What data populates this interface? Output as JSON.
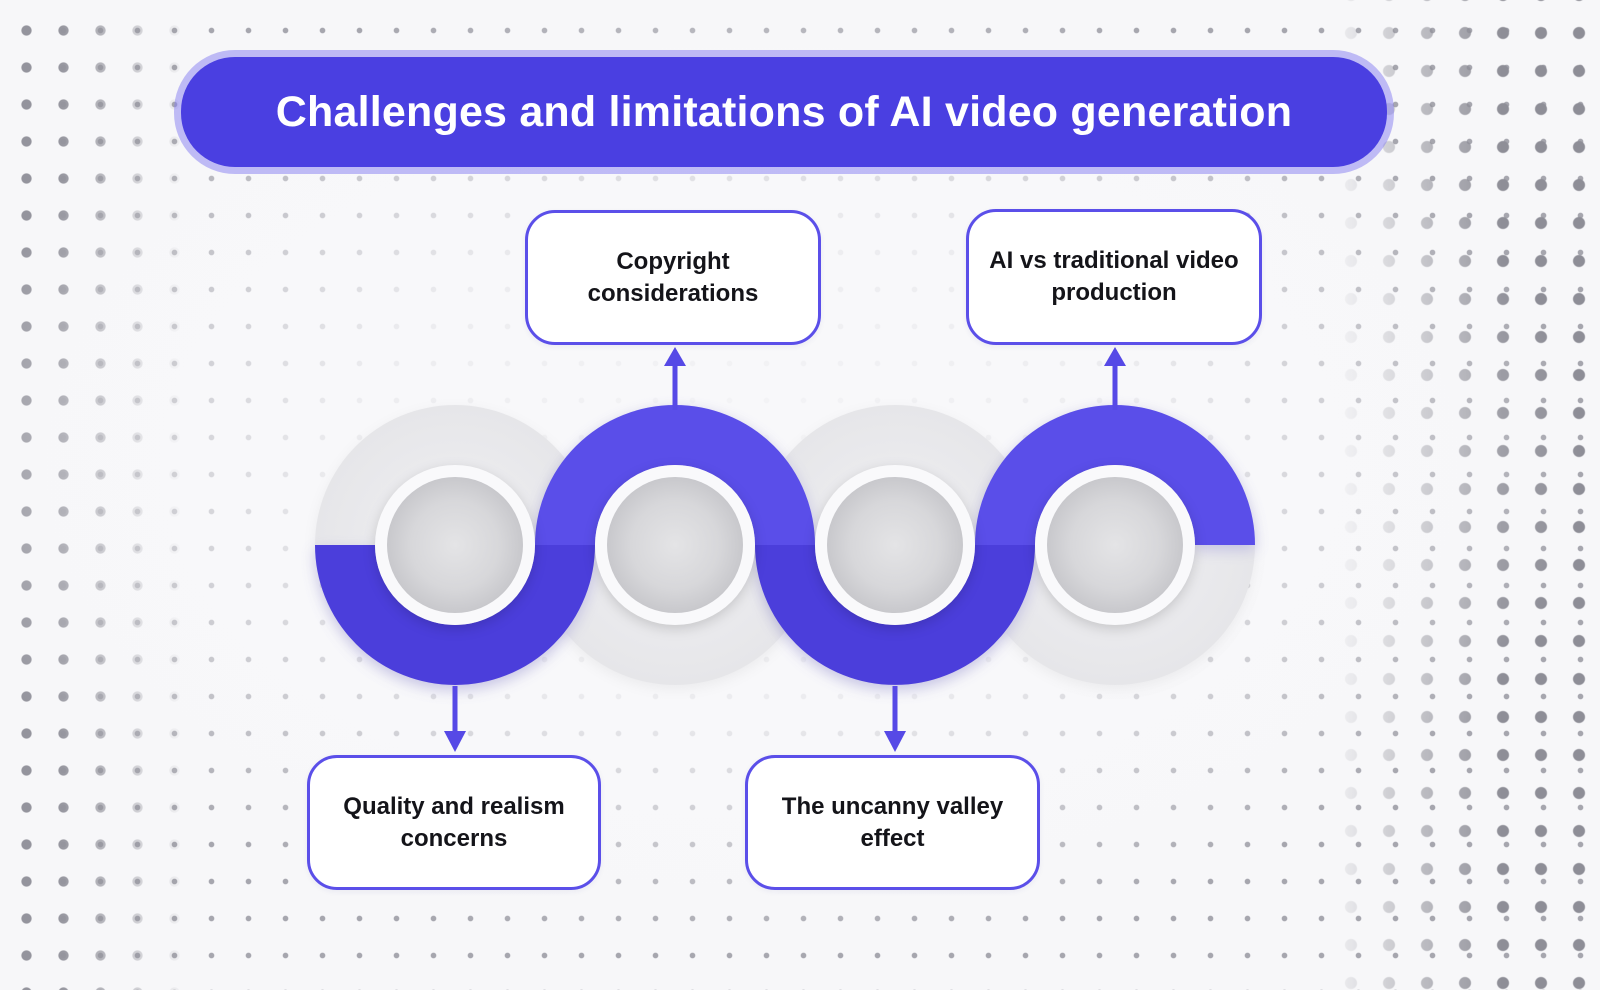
{
  "title": "Challenges and limitations of AI video generation",
  "diagram": {
    "type": "serpentine-timeline",
    "node_count": 4,
    "steps": [
      {
        "node": 1,
        "label": "Quality and realism concerns",
        "callout_position": "bottom-left"
      },
      {
        "node": 2,
        "label": "Copyright considerations",
        "callout_position": "top-left"
      },
      {
        "node": 3,
        "label": "The uncanny valley effect",
        "callout_position": "bottom-right"
      },
      {
        "node": 4,
        "label": "AI vs traditional video production",
        "callout_position": "top-right"
      }
    ]
  },
  "colors": {
    "accent_purple": "#4A3FE1",
    "wave_purple_top": "#5A4EE9",
    "wave_purple_bottom": "#4B3EDB",
    "banner_outline": "#867EF2",
    "callout_border": "#5B4FE9",
    "disc_gray": "#EAEAED",
    "node_gray": "#D3D3D7",
    "text_dark": "#141419",
    "dot_gray": "#A6A6AE",
    "background": "#F7F7F9"
  }
}
